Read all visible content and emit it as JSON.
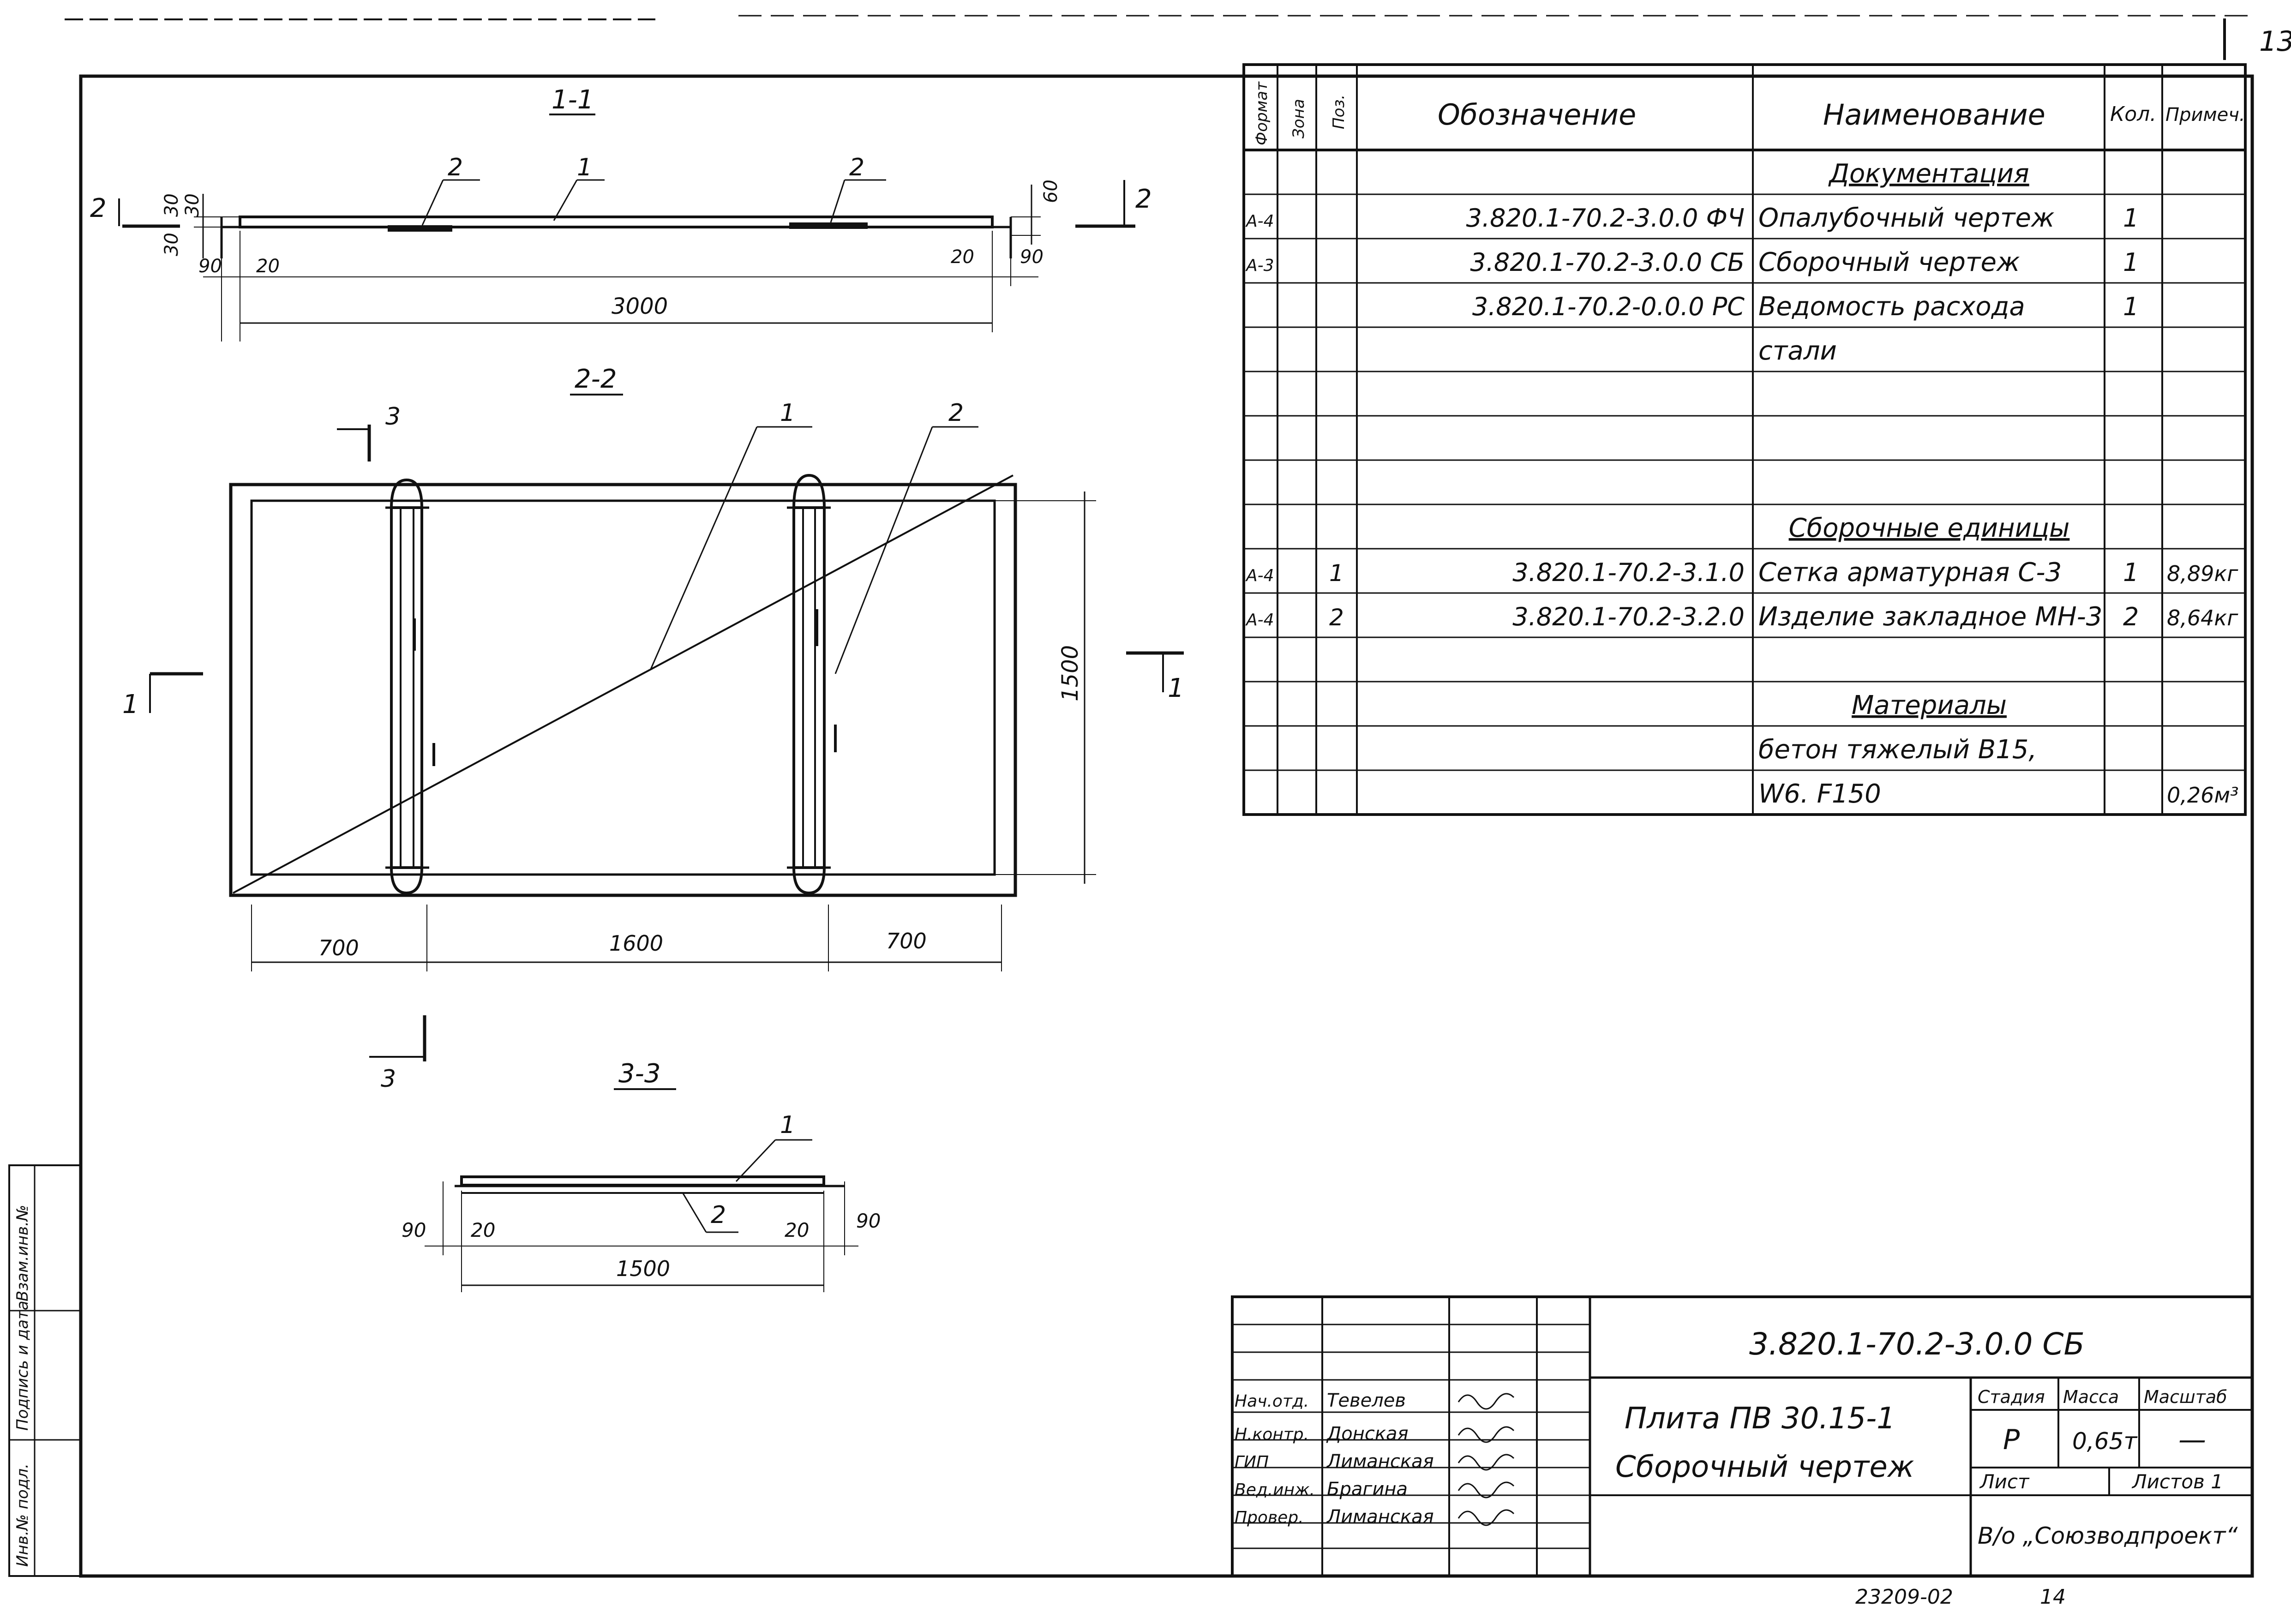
{
  "sheet": {
    "page_number": "13",
    "frame_footer_code": "23209-02",
    "frame_footer_sheet": "14",
    "left_margin_labels": [
      "Инв.№ подл.",
      "Подпись и дата",
      "Взам.инв.№"
    ]
  },
  "views": {
    "section_1": {
      "title": "1-1",
      "leader_1": "1",
      "leader_2a": "2",
      "leader_2b": "2",
      "cut_left": "2",
      "cut_right": "2",
      "dim_30a": "30",
      "dim_30b": "30",
      "dim_60": "60",
      "dim_90_left": "90",
      "dim_20_left": "20",
      "dim_20_right": "20",
      "dim_90_right": "90",
      "dim_3000": "3000"
    },
    "section_2": {
      "title": "2-2",
      "leader_1": "1",
      "leader_2": "2",
      "cut_top": "3",
      "cut_bottom": "3",
      "cut_left": "1",
      "cut_right": "1",
      "dim_1500": "1500",
      "dim_700_left": "700",
      "dim_1600": "1600",
      "dim_700_right": "700"
    },
    "section_3": {
      "title": "3-3",
      "leader_1": "1",
      "leader_2": "2",
      "dim_90_left": "90",
      "dim_20_left": "20",
      "dim_20_right": "20",
      "dim_90_right": "90",
      "dim_1500": "1500"
    }
  },
  "spec_table": {
    "headers": {
      "format": "Формат",
      "zone": "Зона",
      "pos": "Поз.",
      "designation": "Обозначение",
      "name": "Наименование",
      "qty": "Кол.",
      "note": "Примеч."
    },
    "rows": [
      {
        "format": "",
        "zone": "",
        "pos": "",
        "designation": "",
        "name": "Документация",
        "qty": "",
        "note": "",
        "heading": true
      },
      {
        "format": "А-4",
        "zone": "",
        "pos": "",
        "designation": "3.820.1-70.2-3.0.0 ФЧ",
        "name": "Опалубочный чертеж",
        "qty": "1",
        "note": ""
      },
      {
        "format": "А-3",
        "zone": "",
        "pos": "",
        "designation": "3.820.1-70.2-3.0.0 СБ",
        "name": "Сборочный чертеж",
        "qty": "1",
        "note": ""
      },
      {
        "format": "",
        "zone": "",
        "pos": "",
        "designation": "3.820.1-70.2-0.0.0 РС",
        "name": "Ведомость расхода",
        "qty": "1",
        "note": ""
      },
      {
        "format": "",
        "zone": "",
        "pos": "",
        "designation": "",
        "name": "стали",
        "qty": "",
        "note": ""
      },
      {
        "format": "",
        "zone": "",
        "pos": "",
        "designation": "",
        "name": "",
        "qty": "",
        "note": ""
      },
      {
        "format": "",
        "zone": "",
        "pos": "",
        "designation": "",
        "name": "",
        "qty": "",
        "note": ""
      },
      {
        "format": "",
        "zone": "",
        "pos": "",
        "designation": "",
        "name": "",
        "qty": "",
        "note": ""
      },
      {
        "format": "",
        "zone": "",
        "pos": "",
        "designation": "",
        "name": "Сборочные единицы",
        "qty": "",
        "note": "",
        "heading": true
      },
      {
        "format": "А-4",
        "zone": "",
        "pos": "1",
        "designation": "3.820.1-70.2-3.1.0",
        "name": "Сетка арматурная С-3",
        "qty": "1",
        "note": "8,89кг"
      },
      {
        "format": "А-4",
        "zone": "",
        "pos": "2",
        "designation": "3.820.1-70.2-3.2.0",
        "name": "Изделие закладное МН-3",
        "qty": "2",
        "note": "8,64кг"
      },
      {
        "format": "",
        "zone": "",
        "pos": "",
        "designation": "",
        "name": "",
        "qty": "",
        "note": ""
      },
      {
        "format": "",
        "zone": "",
        "pos": "",
        "designation": "",
        "name": "Материалы",
        "qty": "",
        "note": "",
        "heading": true
      },
      {
        "format": "",
        "zone": "",
        "pos": "",
        "designation": "",
        "name": "бетон тяжелый В15,",
        "qty": "",
        "note": ""
      },
      {
        "format": "",
        "zone": "",
        "pos": "",
        "designation": "",
        "name": "W6. F150",
        "qty": "",
        "note": "0,26м³"
      }
    ]
  },
  "title_block": {
    "code": "3.820.1-70.2-3.0.0 СБ",
    "title_line1": "Плита ПВ 30.15-1",
    "title_line2": "Сборочный чертеж",
    "stage_label": "Стадия",
    "mass_label": "Масса",
    "scale_label": "Масштаб",
    "stage": "Р",
    "mass": "0,65т",
    "scale": "—",
    "sheet_label": "Лист",
    "sheets_label": "Листов 1",
    "organization": "В/о „Союзводпроект“",
    "signatures": [
      {
        "role": "Нач.отд.",
        "name": "Тевелев"
      },
      {
        "role": "Н.контр.",
        "name": "Донская"
      },
      {
        "role": "ГИП",
        "name": "Лиманская"
      },
      {
        "role": "Вед.инж.",
        "name": "Брагина"
      },
      {
        "role": "Провер.",
        "name": "Лиманская"
      }
    ]
  }
}
